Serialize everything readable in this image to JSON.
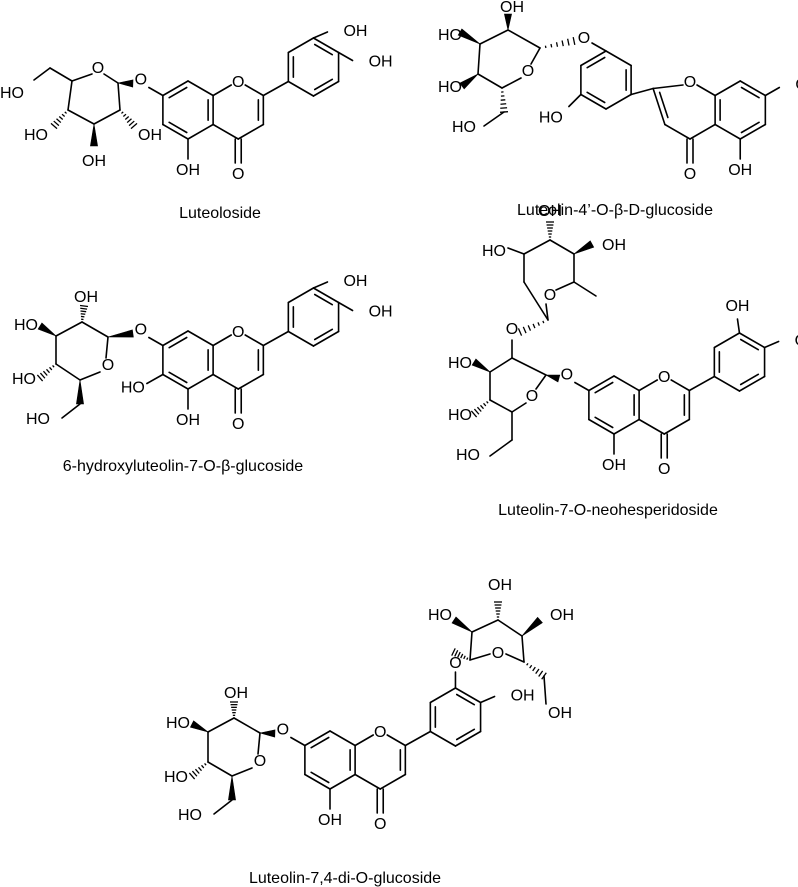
{
  "figure": {
    "compounds": [
      {
        "id": "c1",
        "caption": "Luteoloside"
      },
      {
        "id": "c2",
        "caption": "Luteolin-4’-O-β-D-glucoside"
      },
      {
        "id": "c3",
        "caption": "6-hydroxyluteolin-7-O-β-glucoside"
      },
      {
        "id": "c4",
        "caption": "Luteolin-7-O-neohesperidoside"
      },
      {
        "id": "c5",
        "caption": "Luteolin-7,4-di-O-glucoside"
      }
    ],
    "atom_labels": {
      "oh": "OH",
      "ho": "HO",
      "o": "O"
    },
    "line_color": "#000000",
    "background": "#ffffff"
  }
}
